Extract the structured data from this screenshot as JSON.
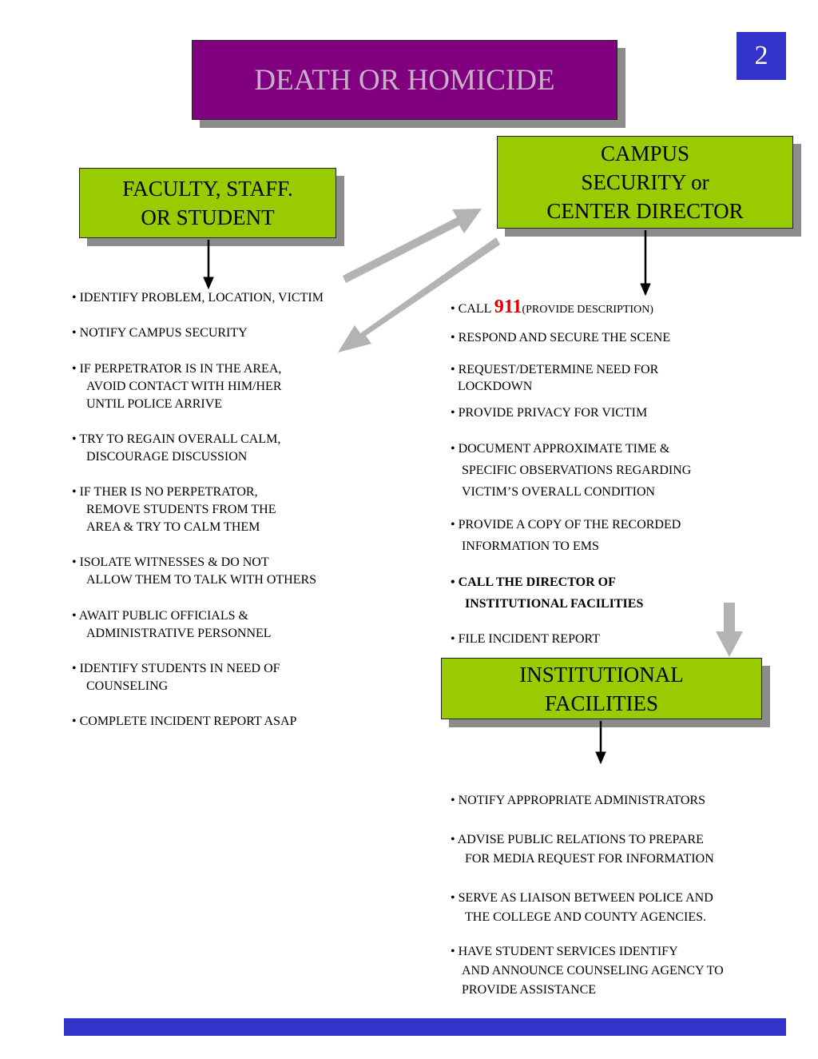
{
  "title": "DEATH OR HOMICIDE",
  "page_number": "2",
  "boxes": {
    "faculty": [
      "FACULTY, STAFF.",
      "OR STUDENT"
    ],
    "campus": [
      "CAMPUS",
      "SECURITY or",
      "CENTER DIRECTOR"
    ],
    "facilities": [
      "INSTITUTIONAL",
      "FACILITIES"
    ]
  },
  "faculty_steps": [
    [
      "•  IDENTIFY PROBLEM, LOCATION, VICTIM"
    ],
    [
      "•  NOTIFY CAMPUS SECURITY"
    ],
    [
      "•  IF PERPETRATOR IS IN THE AREA,",
      "AVOID CONTACT WITH HIM/HER",
      "UNTIL POLICE ARRIVE"
    ],
    [
      "•  TRY TO REGAIN OVERALL CALM,",
      "DISCOURAGE DISCUSSION"
    ],
    [
      "•  IF THER IS NO PERPETRATOR,",
      "REMOVE STUDENTS FROM THE",
      "AREA & TRY TO CALM THEM"
    ],
    [
      "•  ISOLATE WITNESSES & DO NOT",
      "ALLOW THEM TO TALK WITH OTHERS"
    ],
    [
      "•  AWAIT PUBLIC OFFICIALS &",
      "ADMINISTRATIVE PERSONNEL"
    ],
    [
      "•  IDENTIFY STUDENTS IN NEED OF",
      "COUNSELING"
    ],
    [
      "•  COMPLETE INCIDENT REPORT ASAP"
    ]
  ],
  "campus_steps": {
    "call_prefix": "• CALL ",
    "call_number": "911",
    "call_suffix": "(PROVIDE DESCRIPTION)",
    "respond": "•  RESPOND AND SECURE THE SCENE",
    "lockdown": [
      "• REQUEST/DETERMINE NEED FOR",
      "LOCKDOWN"
    ],
    "privacy": "•  PROVIDE PRIVACY FOR VICTIM",
    "document": [
      "•  DOCUMENT APPROXIMATE TIME &",
      "SPECIFIC OBSERVATIONS REGARDING",
      "VICTIM’S OVERALL CONDITION"
    ],
    "copy": [
      "•  PROVIDE A COPY OF THE RECORDED",
      "INFORMATION TO EMS"
    ],
    "call_director": [
      "•  CALL THE DIRECTOR OF",
      "INSTITUTIONAL  FACILITIES"
    ],
    "file_report": "•  FILE INCIDENT REPORT"
  },
  "facilities_steps": [
    [
      "•   NOTIFY APPROPRIATE ADMINISTRATORS"
    ],
    [
      "•  ADVISE PUBLIC RELATIONS TO PREPARE",
      "FOR MEDIA REQUEST FOR INFORMATION"
    ],
    [
      "•   SERVE AS LIAISON BETWEEN POLICE AND",
      "THE COLLEGE AND COUNTY AGENCIES."
    ],
    [
      "•  HAVE STUDENT SERVICES IDENTIFY",
      "AND ANNOUNCE COUNSELING AGENCY TO",
      "PROVIDE ASSISTANCE"
    ]
  ],
  "colors": {
    "title_bg": "#800080",
    "box_green": "#99cc00",
    "accent_blue": "#3333cc",
    "arrow_gray": "#b3b3b3",
    "emergency_red": "#dd0000"
  }
}
